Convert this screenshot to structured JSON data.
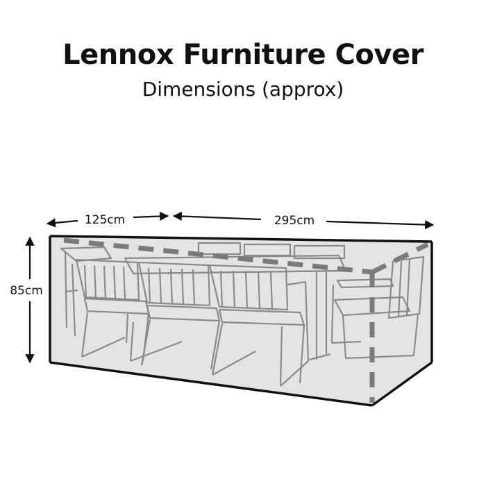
{
  "header": {
    "title": "Lennox Furniture Cover",
    "subtitle": "Dimensions (approx)"
  },
  "dimensions": {
    "depth": "125cm",
    "length": "295cm",
    "height": "85cm"
  },
  "colors": {
    "cover_fill": "#e4e4e4",
    "outline": "#111111",
    "dashed_edge": "#7a7a7a",
    "furniture": "#8a8a8a"
  }
}
